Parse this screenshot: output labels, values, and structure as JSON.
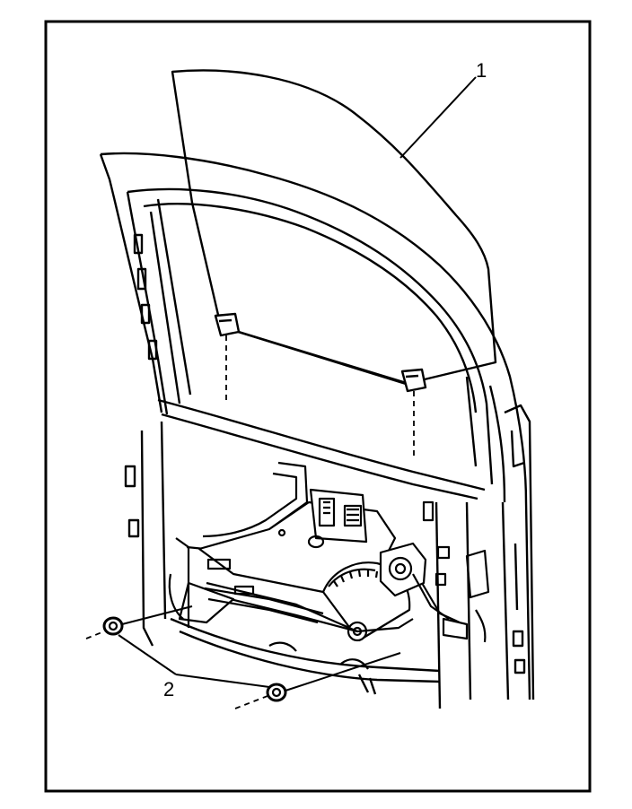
{
  "diagram": {
    "callouts": [
      {
        "id": "1",
        "label": "1"
      },
      {
        "id": "2",
        "label": "2"
      }
    ]
  },
  "colors": {
    "ink": "#000000",
    "paper": "#ffffff"
  }
}
